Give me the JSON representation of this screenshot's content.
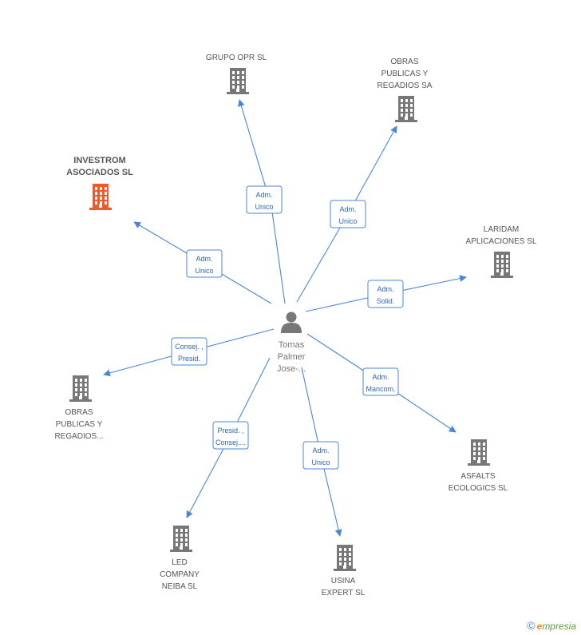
{
  "center": {
    "name_lines": [
      "Tomas",
      "Palmer",
      "Jose-..."
    ],
    "icon": "person-icon"
  },
  "colors": {
    "edge": "#4a86d6",
    "building": "#777777",
    "building_highlight": "#f2592a"
  },
  "nodes": [
    {
      "id": "grupo-opr",
      "name_lines": [
        "GRUPO OPR SL"
      ],
      "role_lines": [
        "Adm.",
        "Unico"
      ],
      "highlight": false
    },
    {
      "id": "obras-publicas-1",
      "name_lines": [
        "OBRAS",
        "PUBLICAS Y",
        "REGADIOS SA"
      ],
      "role_lines": [
        "Adm.",
        "Unico"
      ],
      "highlight": false
    },
    {
      "id": "investrom",
      "name_lines": [
        "INVESTROM",
        "ASOCIADOS SL"
      ],
      "role_lines": [
        "Adm.",
        "Unico"
      ],
      "highlight": true
    },
    {
      "id": "laridam",
      "name_lines": [
        "LARIDAM",
        "APLICACIONES SL"
      ],
      "role_lines": [
        "Adm.",
        "Solid."
      ],
      "highlight": false
    },
    {
      "id": "obras-publicas-2",
      "name_lines": [
        "OBRAS",
        "PUBLICAS Y",
        "REGADIOS..."
      ],
      "role_lines": [
        "Consej. ,",
        "Presid."
      ],
      "highlight": false
    },
    {
      "id": "asfalts",
      "name_lines": [
        "ASFALTS",
        "ECOLOGICS SL"
      ],
      "role_lines": [
        "Adm.",
        "Mancom."
      ],
      "highlight": false
    },
    {
      "id": "led-company",
      "name_lines": [
        "LED",
        "COMPANY",
        "NEIBA SL"
      ],
      "role_lines": [
        "Presid. ,",
        "Consej...."
      ],
      "highlight": false
    },
    {
      "id": "usina",
      "name_lines": [
        "USINA",
        "EXPERT SL"
      ],
      "role_lines": [
        "Adm.",
        "Unico"
      ],
      "highlight": false
    }
  ],
  "footer": {
    "copyright": "©",
    "brand_initial": "e",
    "brand_rest": "mpresia"
  }
}
